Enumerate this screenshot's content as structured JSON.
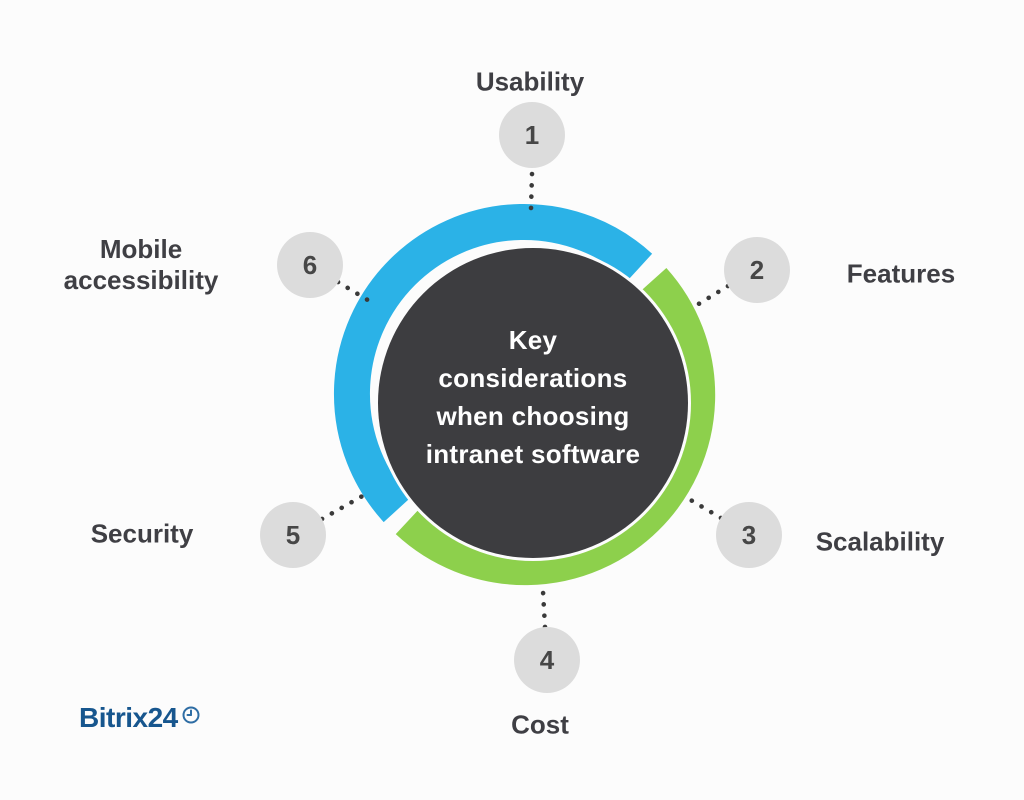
{
  "center": {
    "title": "Key considerations when choosing intranet software",
    "title_lines": [
      "Key",
      "considerations",
      "when choosing",
      "intranet software"
    ]
  },
  "items": [
    {
      "number": "1",
      "label": "Usability"
    },
    {
      "number": "2",
      "label": "Features"
    },
    {
      "number": "3",
      "label": "Scalability"
    },
    {
      "number": "4",
      "label": "Cost"
    },
    {
      "number": "5",
      "label": "Security"
    },
    {
      "number": "6",
      "label": "Mobile accessibility"
    }
  ],
  "logo": {
    "text": "Bitrix24"
  },
  "colors": {
    "background": "#fcfcfc",
    "accent_blue": "#2bb2e7",
    "accent_green": "#8dd04c",
    "dark_circle": "#3d3d40",
    "step_circle_bg": "#dcdcdc",
    "label_color": "#3f3f44",
    "number_color": "#474747",
    "dot_color": "#3a3a3a",
    "logo_blue": "#17568e",
    "title_color": "#ffffff"
  }
}
